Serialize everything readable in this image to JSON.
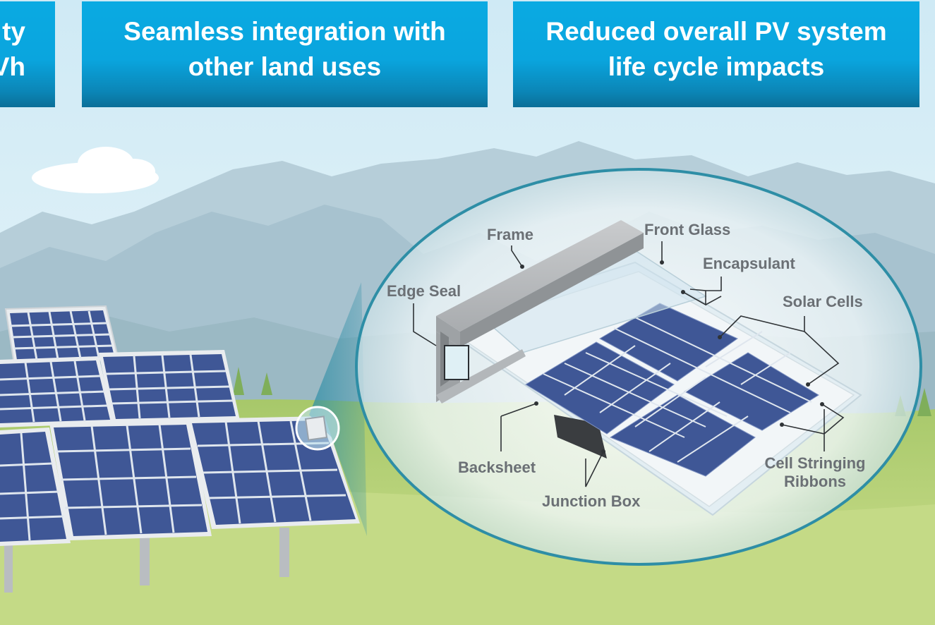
{
  "banners": [
    {
      "text": "ty\nVh"
    },
    {
      "text": "Seamless integration with\nother land uses"
    },
    {
      "text": "Reduced overall PV system\nlife cycle impacts"
    }
  ],
  "labels": {
    "frame": "Frame",
    "front_glass": "Front Glass",
    "encapsulant": "Encapsulant",
    "edge_seal": "Edge Seal",
    "solar_cells": "Solar Cells",
    "backsheet": "Backsheet",
    "junction_box": "Junction Box",
    "cell_stringing_ribbons": "Cell Stringing\nRibbons"
  },
  "colors": {
    "banner": "#0aa5de",
    "sky": "#dff1f8",
    "grass": "#b8d37c",
    "cell": "#3f5796",
    "label": "#6b7075"
  }
}
